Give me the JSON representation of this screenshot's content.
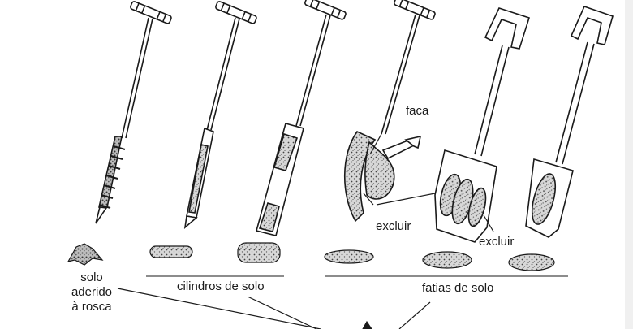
{
  "figure": {
    "labels": {
      "faca": "faca",
      "excluir_left": "excluir",
      "excluir_right": "excluir",
      "solo_line1": "solo",
      "solo_line2": "aderido",
      "solo_line3": "à rosca",
      "cilindros": "cilindros de solo",
      "fatias": "fatias de solo"
    },
    "tools": [
      {
        "name": "screw-auger",
        "kind": "trado de rosca"
      },
      {
        "name": "tube-auger-1",
        "kind": "trado de tubo"
      },
      {
        "name": "tube-auger-2",
        "kind": "trado de tubo"
      },
      {
        "name": "knife-auger",
        "kind": "trado com faca"
      },
      {
        "name": "spade",
        "kind": "pá"
      },
      {
        "name": "narrow-spade",
        "kind": "pá estreita"
      }
    ],
    "colors": {
      "ink": "#1a1a1a",
      "soil": "#9a9a9a",
      "paper": "#ffffff"
    }
  }
}
